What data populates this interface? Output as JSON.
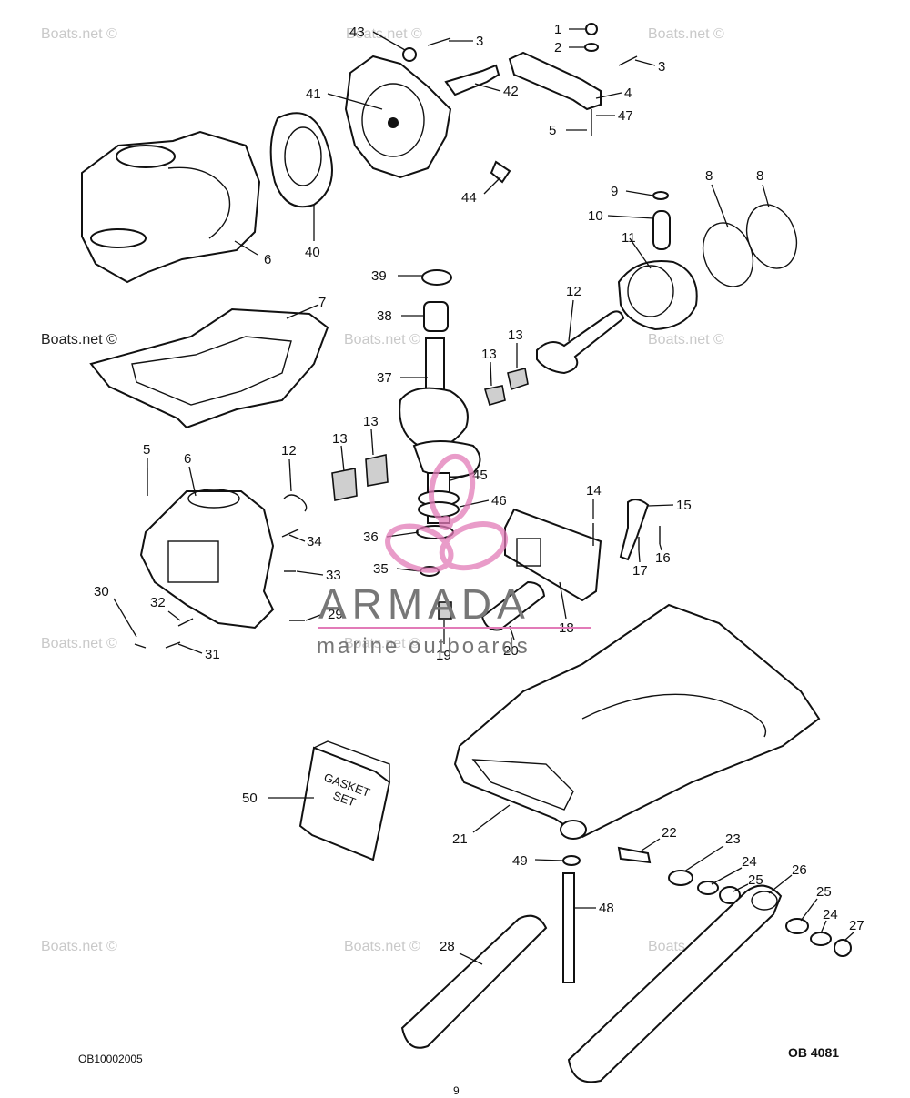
{
  "labels": [
    "1",
    "2",
    "3",
    "3",
    "4",
    "47",
    "5",
    "41",
    "42",
    "43",
    "44",
    "40",
    "6",
    "9",
    "10",
    "11",
    "8",
    "8",
    "39",
    "38",
    "37",
    "12",
    "13",
    "13",
    "7",
    "13",
    "13",
    "45",
    "46",
    "36",
    "35",
    "5",
    "6",
    "12",
    "34",
    "33",
    "29",
    "30",
    "32",
    "31",
    "14",
    "15",
    "16",
    "17",
    "18",
    "19",
    "20",
    "50",
    "21",
    "22",
    "23",
    "24",
    "25",
    "26",
    "25",
    "24",
    "27",
    "49",
    "48",
    "28"
  ],
  "watermarks": {
    "plain": "Boats.net ©",
    "dark": "Boats.net ©"
  },
  "brand": {
    "name": "ARMADA",
    "tagline": "marine outboards",
    "accent_color": "#e27bb8",
    "line_color": "#e27bb8"
  },
  "gasket_box": {
    "line1": "GASKET",
    "line2": "SET"
  },
  "footer": {
    "left_code": "OB10002005",
    "right_code": "OB 4081",
    "page_number": "9"
  }
}
